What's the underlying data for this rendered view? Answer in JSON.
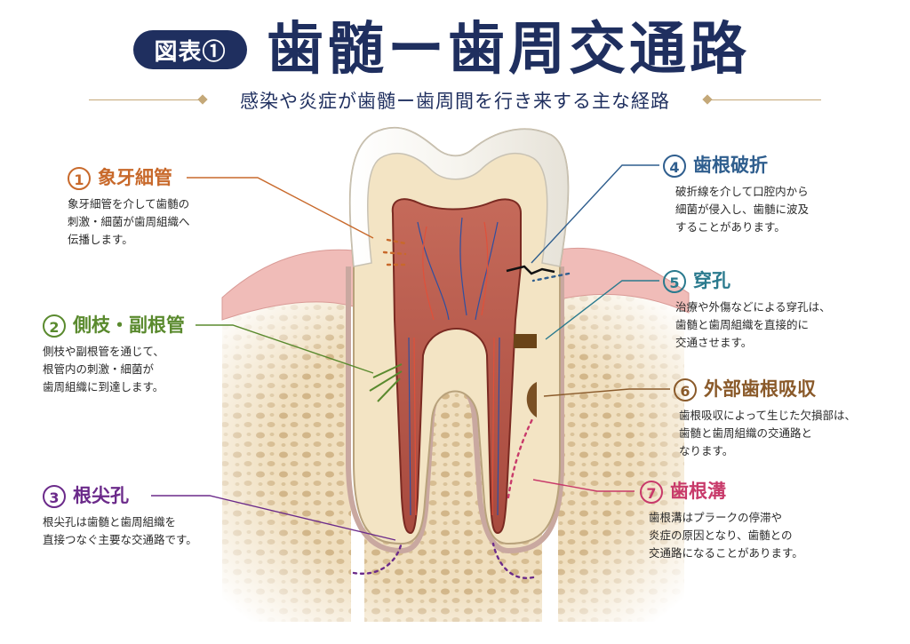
{
  "badge": "図表①",
  "title": "歯髄ー歯周交通路",
  "subtitle": "感染や炎症が歯髄ー歯周間を行き来する主な経路",
  "colors": {
    "navy": "#1f2f5f",
    "orange": "#c8692b",
    "green": "#5a8a2e",
    "purple": "#6b2a8a",
    "blue": "#2f5e8e",
    "teal": "#2a7a8e",
    "brown": "#8a5a2a",
    "pink": "#c83a6a",
    "gold": "#c4a878"
  },
  "routes": [
    {
      "num": "1",
      "title": "象牙細管",
      "color": "#c8692b",
      "desc": "象牙細管を介して歯髄の\n刺激・細菌が歯周組織へ\n伝播します。"
    },
    {
      "num": "2",
      "title": "側枝・副根管",
      "color": "#5a8a2e",
      "desc": "側枝や副根管を通じて、\n根管内の刺激・細菌が\n歯周組織に到達します。"
    },
    {
      "num": "3",
      "title": "根尖孔",
      "color": "#6b2a8a",
      "desc": "根尖孔は歯髄と歯周組織を\n直接つなぐ主要な交通路です。"
    },
    {
      "num": "4",
      "title": "歯根破折",
      "color": "#2f5e8e",
      "desc": "破折線を介して口腔内から\n細菌が侵入し、歯髄に波及\nすることがあります。"
    },
    {
      "num": "5",
      "title": "穿孔",
      "color": "#2a7a8e",
      "desc": "治療や外傷などによる穿孔は、\n歯髄と歯周組織を直接的に\n交通させます。"
    },
    {
      "num": "6",
      "title": "外部歯根吸収",
      "color": "#8a5a2a",
      "desc": "歯根吸収によって生じた欠損部は、\n歯髄と歯周組織の交通路と\nなります。"
    },
    {
      "num": "7",
      "title": "歯根溝",
      "color": "#c83a6a",
      "desc": "歯根溝はプラークの停滞や\n炎症の原因となり、歯髄との\n交通路になることがあります。"
    }
  ]
}
